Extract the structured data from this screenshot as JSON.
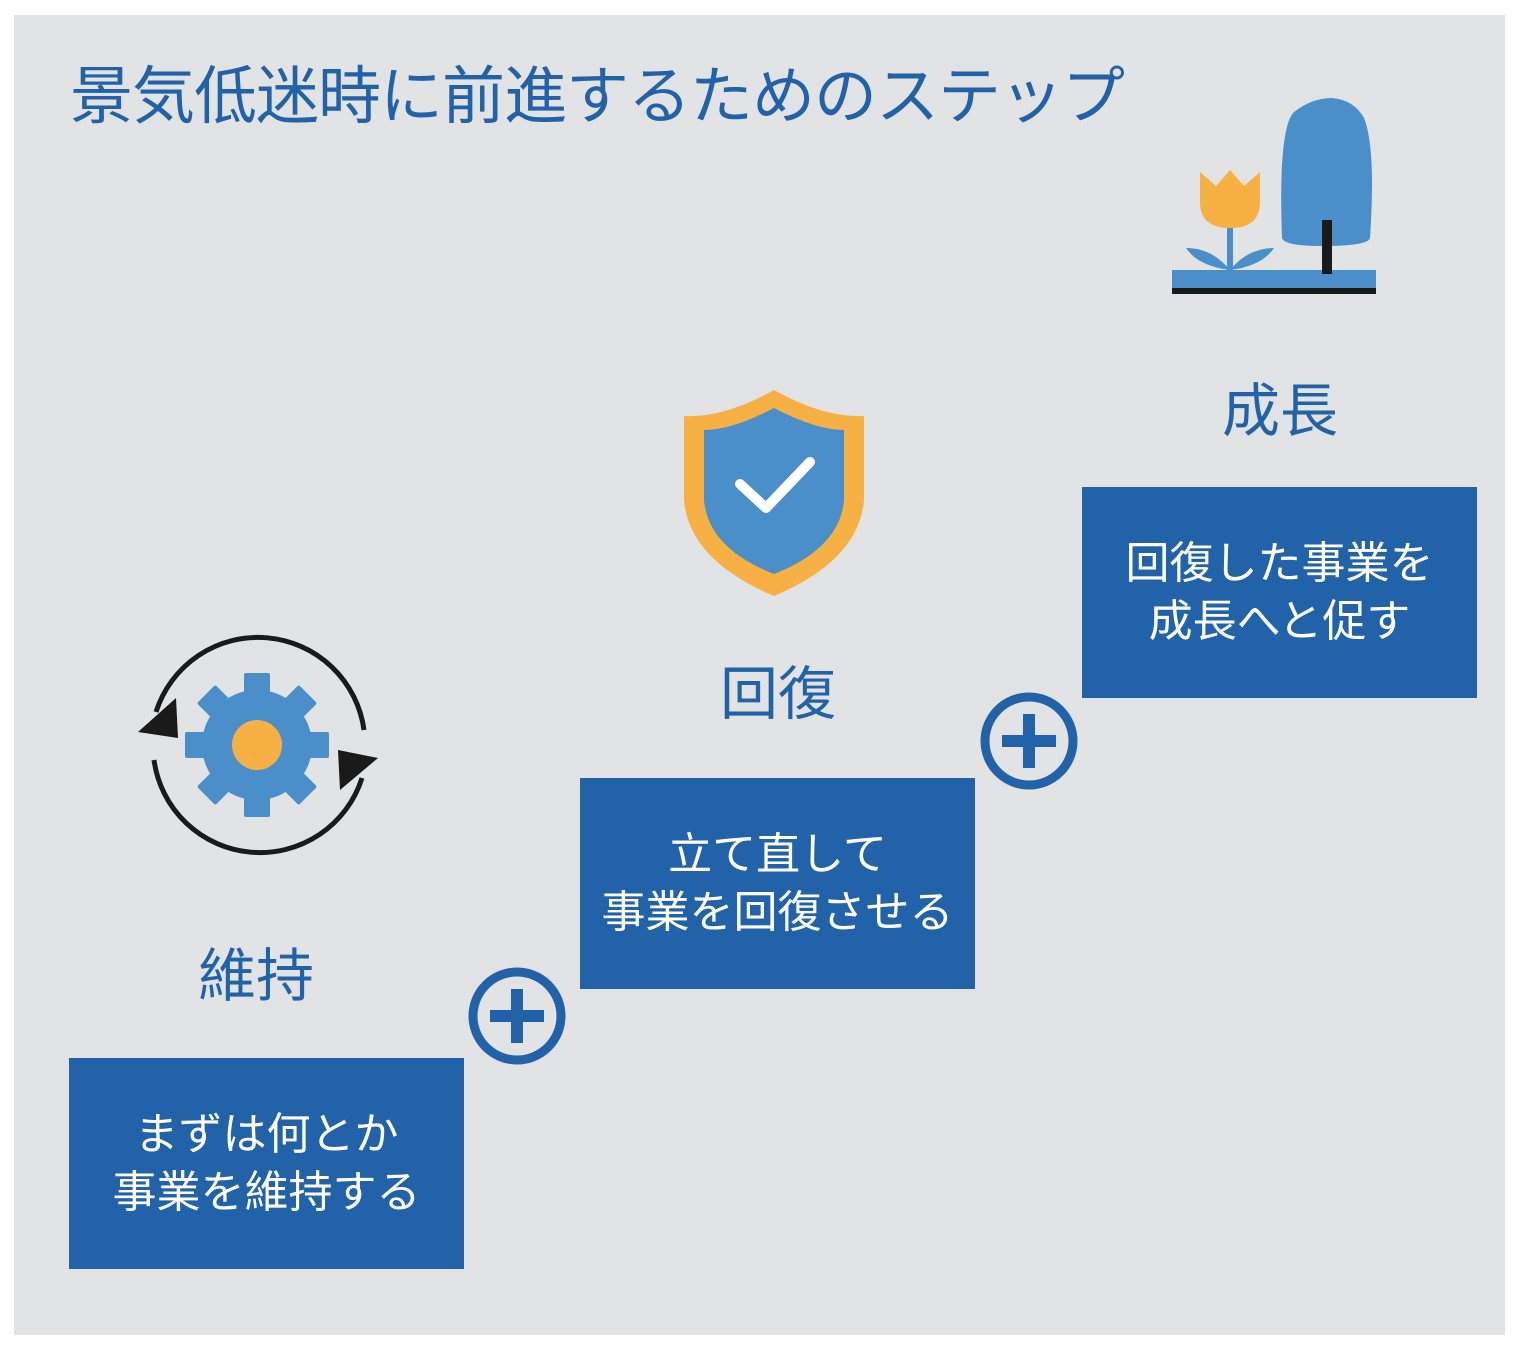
{
  "title": "景気低迷時に前進するためのステップ",
  "steps": [
    {
      "label": "維持",
      "desc_lines": [
        "まずは何とか",
        "事業を維持する"
      ],
      "icon": "gear-cycle-icon"
    },
    {
      "label": "回復",
      "desc_lines": [
        "立て直して",
        "事業を回復させる"
      ],
      "icon": "shield-check-icon"
    },
    {
      "label": "成長",
      "desc_lines": [
        "回復した事業を",
        "成長へと促す"
      ],
      "icon": "plant-tree-icon"
    }
  ],
  "connector_icon": "plus-circle-icon",
  "colors": {
    "background": "#e2e3e5",
    "primary": "#2162a8",
    "light_blue": "#4a8fca",
    "accent": "#f6b043",
    "dark": "#1a1a1a"
  }
}
